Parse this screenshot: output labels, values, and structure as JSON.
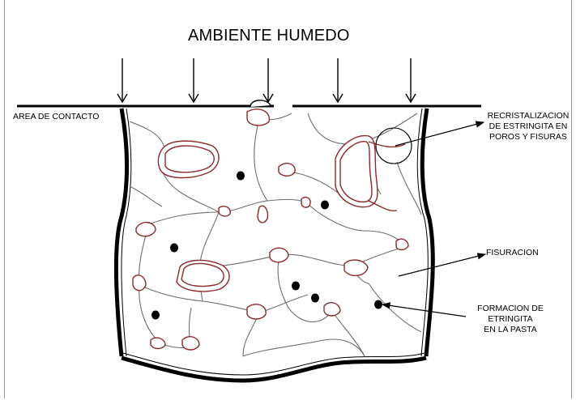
{
  "title": "AMBIENTE HUMEDO",
  "labels": {
    "contact_area": "AREA DE CONTACTO",
    "recrystallization": [
      "RECRISTALIZACION",
      "DE ESTRINGITA EN",
      "POROS Y FISURAS"
    ],
    "cracking": "FISURACION",
    "ettringite_formation": [
      "FORMACION DE",
      "ETRINGITA",
      "EN LA PASTA"
    ]
  },
  "colors": {
    "ink": "#000000",
    "crack_line": "#6e6e6e",
    "ettringite": "#8b2a2a",
    "frame": "#9a9a9a"
  }
}
